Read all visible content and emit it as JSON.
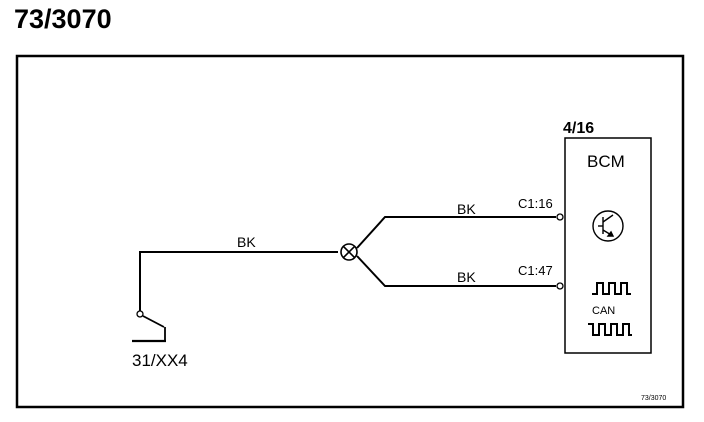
{
  "page_title": "73/3070",
  "figure_ref": "73/3070",
  "ground": {
    "label": "31/XX4"
  },
  "module": {
    "number": "4/16",
    "name": "BCM",
    "can_label": "CAN"
  },
  "wires": [
    {
      "color": "BK"
    },
    {
      "color": "BK",
      "pin": "C1:16"
    },
    {
      "color": "BK",
      "pin": "C1:47"
    }
  ]
}
